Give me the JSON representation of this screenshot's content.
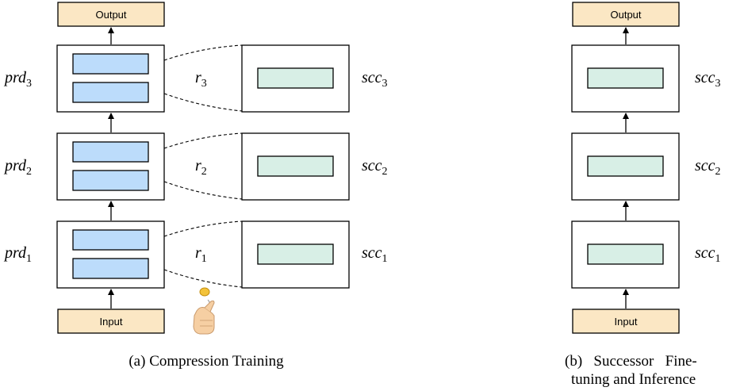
{
  "panel_a": {
    "output_label": "Output",
    "input_label": "Input",
    "caption": "(a)  Compression Training",
    "predecessor_labels": [
      {
        "base": "prd",
        "sub": "3"
      },
      {
        "base": "prd",
        "sub": "2"
      },
      {
        "base": "prd",
        "sub": "1"
      }
    ],
    "replace_labels": [
      {
        "base": "r",
        "sub": "3"
      },
      {
        "base": "r",
        "sub": "2"
      },
      {
        "base": "r",
        "sub": "1"
      }
    ],
    "successor_labels": [
      {
        "base": "scc",
        "sub": "3"
      },
      {
        "base": "scc",
        "sub": "2"
      },
      {
        "base": "scc",
        "sub": "1"
      }
    ],
    "coin_icon": "hand-flipping-coin-icon"
  },
  "panel_b": {
    "output_label": "Output",
    "input_label": "Input",
    "caption_line1": "(b)   Successor   Fine-",
    "caption_line2": "tuning and Inference",
    "successor_labels": [
      {
        "base": "scc",
        "sub": "3"
      },
      {
        "base": "scc",
        "sub": "2"
      },
      {
        "base": "scc",
        "sub": "1"
      }
    ]
  },
  "colors": {
    "predecessor_block": "#bcdcfb",
    "successor_block": "#d8efe6",
    "io_block": "#fbe7c4"
  }
}
